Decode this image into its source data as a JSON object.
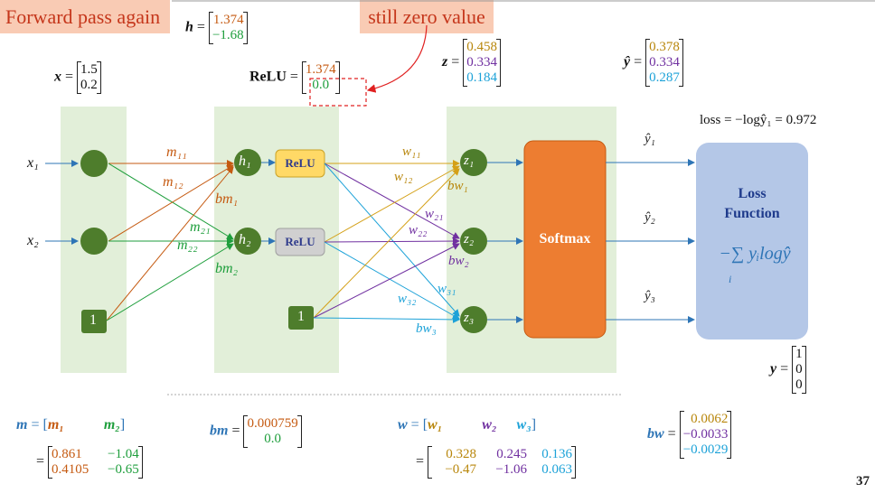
{
  "title": "Forward pass again",
  "annotation": "still zero value",
  "page_number": "37",
  "h_vector": {
    "label": "h",
    "values": [
      "1.374",
      "−1.68"
    ]
  },
  "x_vector": {
    "label": "x",
    "values": [
      "1.5",
      "0.2"
    ]
  },
  "relu_vector": {
    "label": "ReLU",
    "values": [
      "1.374",
      "0.0"
    ]
  },
  "z_vector": {
    "label": "z",
    "values": [
      "0.458",
      "0.334",
      "0.184"
    ]
  },
  "yhat_vector": {
    "label": "ŷ",
    "values": [
      "0.378",
      "0.334",
      "0.287"
    ]
  },
  "y_vector": {
    "label": "y",
    "values": [
      "1",
      "0",
      "0"
    ]
  },
  "loss_text": "loss = −logŷ₁ = 0.972",
  "network": {
    "inputs": [
      "x₁",
      "x₂"
    ],
    "bias_label": "1",
    "hidden": [
      "h₁",
      "h₂"
    ],
    "relu_label": "ReLU",
    "outputs": [
      "z₁",
      "z₂",
      "z₃"
    ],
    "softmax_label": "Softmax",
    "yhat_labels": [
      "ŷ₁",
      "ŷ₂",
      "ŷ₃"
    ],
    "loss_box": {
      "title_line1": "Loss",
      "title_line2": "Function",
      "formula": "−∑ yᵢlogŷ",
      "index": "i"
    },
    "edge_labels": {
      "m11": "m₁₁",
      "m12": "m₁₂",
      "m21": "m₂₁",
      "m22": "m₂₂",
      "bm1": "bm₁",
      "bm2": "bm₂",
      "w11": "w₁₁",
      "w12": "w₁₂",
      "w21": "w₂₁",
      "w22": "w₂₂",
      "w31": "w₃₁",
      "w32": "w₃₂",
      "bw1": "bw₁",
      "bw2": "bw₂",
      "bw3": "bw₃"
    }
  },
  "params": {
    "m": {
      "label": "m",
      "col1": "m₁",
      "col2": "m₂",
      "rows": [
        [
          "0.861",
          "−1.04"
        ],
        [
          "0.4105",
          "−0.65"
        ]
      ]
    },
    "bm": {
      "label": "bm",
      "values": [
        "0.000759",
        "0.0"
      ]
    },
    "w": {
      "label": "w",
      "col1": "w₁",
      "col2": "w₂",
      "col3": "w₃",
      "rows": [
        [
          "0.328",
          "0.245",
          "0.136"
        ],
        [
          "−0.47",
          "−1.06",
          "0.063"
        ]
      ]
    },
    "bw": {
      "label": "bw",
      "values": [
        "0.0062",
        "−0.0033",
        "−0.0029"
      ]
    }
  },
  "colors": {
    "title_bg": "#f9cbb4",
    "title_text": "#c5361b",
    "node": "#4e7d2c",
    "softmax": "#ed7d31",
    "loss_box": "#b4c7e7",
    "panel": "#e2efd9",
    "relu_on": "#ffd966",
    "relu_off": "#d0d0d0"
  }
}
